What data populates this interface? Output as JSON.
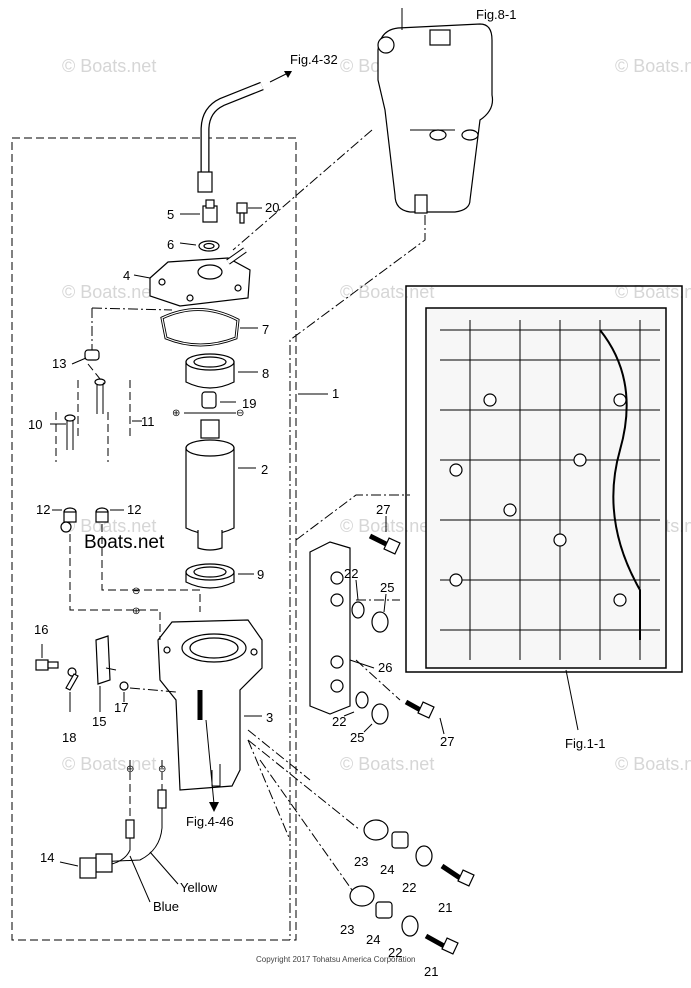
{
  "watermark": "© Boats.net",
  "inline_watermark": "Boats.net",
  "copyright": "Copyright 2017 Tohatsu America Corporation",
  "figure_refs": {
    "fig_4_32": "Fig.4-32",
    "fig_8_1": "Fig.8-1",
    "fig_4_46": "Fig.4-46",
    "fig_1_1": "Fig.1-1"
  },
  "wire_colors": {
    "yellow": "Yellow",
    "blue": "Blue"
  },
  "polarity": {
    "plus": "⊕",
    "minus": "⊖"
  },
  "callouts": {
    "c1": "1",
    "c2": "2",
    "c3": "3",
    "c4": "4",
    "c5": "5",
    "c6": "6",
    "c7": "7",
    "c8": "8",
    "c9": "9",
    "c10": "10",
    "c11": "11",
    "c12a": "12",
    "c12b": "12",
    "c13": "13",
    "c14": "14",
    "c15": "15",
    "c16": "16",
    "c17": "17",
    "c18": "18",
    "c19": "19",
    "c20": "20",
    "c21a": "21",
    "c21b": "21",
    "c22a": "22",
    "c22b": "22",
    "c22c": "22",
    "c22d": "22",
    "c23a": "23",
    "c23b": "23",
    "c24a": "24",
    "c24b": "24",
    "c25a": "25",
    "c25b": "25",
    "c26": "26",
    "c27a": "27",
    "c27b": "27"
  }
}
